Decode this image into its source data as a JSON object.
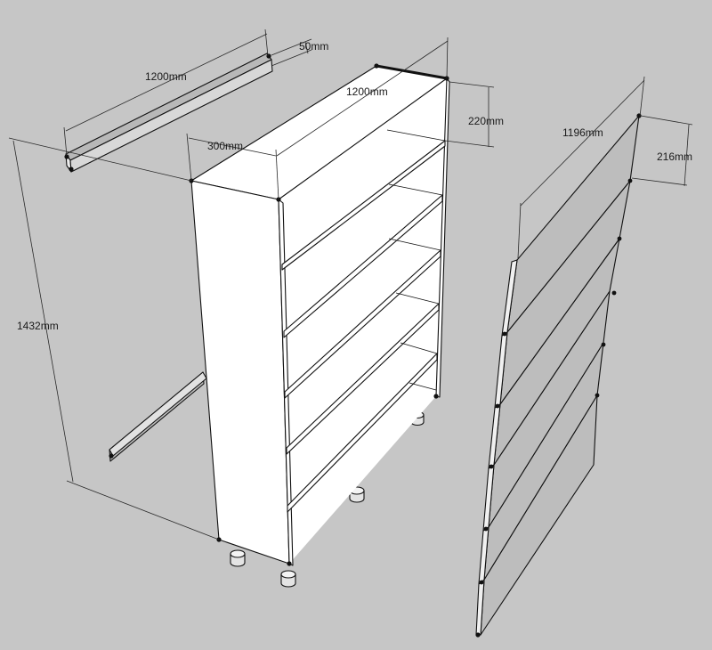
{
  "colors": {
    "background": "#c6c6c6",
    "panel_white": "#ffffff",
    "panel_gray": "#bdbdbd",
    "edge": "#111111"
  },
  "dimensions": {
    "rail_length": "1200mm",
    "rail_height": "50mm",
    "shelf_width": "1200mm",
    "depth": "300mm",
    "shelf_spacing": "220mm",
    "height": "1432mm",
    "panel_width": "1196mm",
    "panel_height": "216mm"
  }
}
